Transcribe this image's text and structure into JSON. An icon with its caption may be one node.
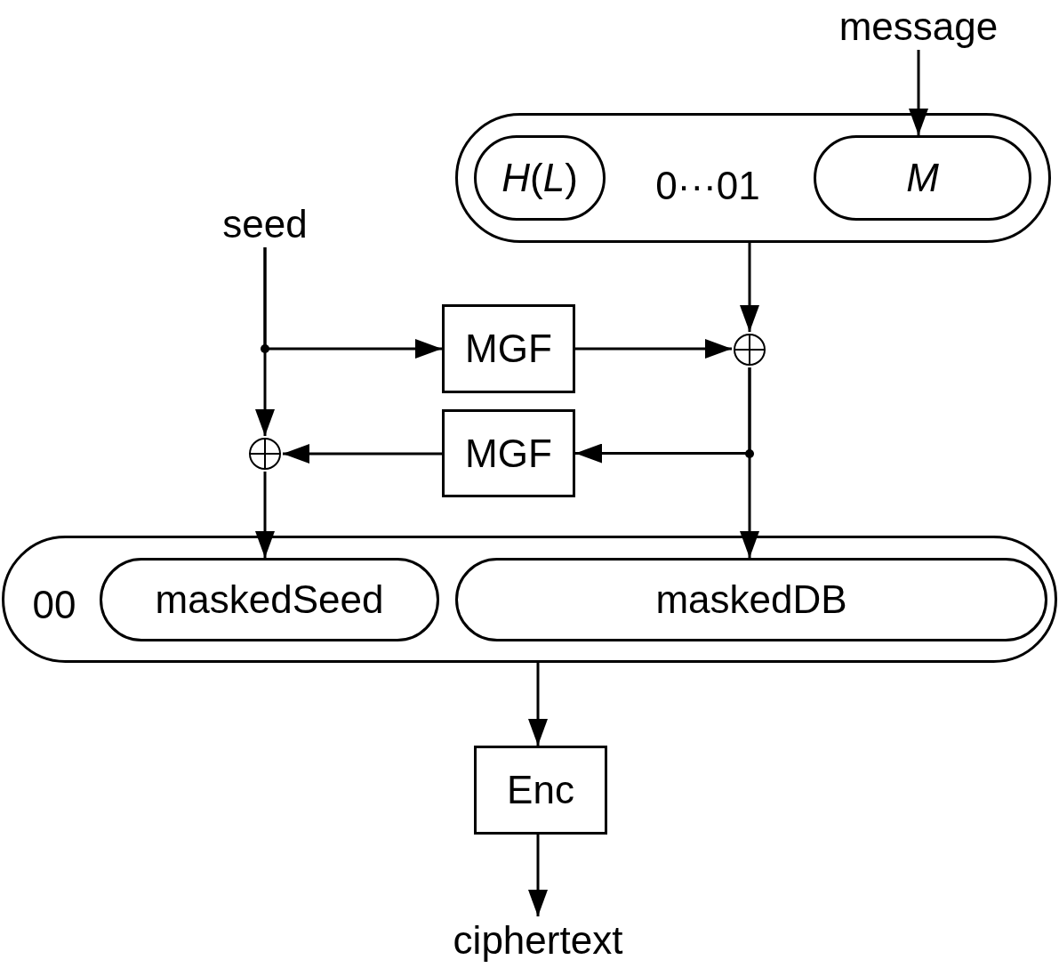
{
  "diagram": {
    "nodes": [
      {
        "text": [
          "message"
        ]
      },
      {
        "text": [
          "0···01"
        ]
      },
      {
        "text": [
          "*H*(*L*)"
        ],
        "in": 1
      },
      {
        "text": [
          "M"
        ],
        "in": 1
      },
      {
        "text": [
          "seed"
        ]
      },
      {
        "text": [
          "MGF"
        ]
      },
      {
        "text": [],
        "shape": "circle"
      },
      {
        "text": [
          "MGF"
        ]
      },
      {
        "text": [],
        "shape": "circle"
      },
      {
        "text": [
          "00"
        ]
      },
      {
        "text": [
          "maskedSeed"
        ],
        "in": 9
      },
      {
        "text": [
          "maskedDB"
        ],
        "in": 9
      },
      {
        "text": [
          "Enc"
        ]
      },
      {
        "text": [
          "ciphertext"
        ]
      }
    ],
    "edges": [
      {
        "from": 0,
        "to": 3,
        "arrow": "to"
      },
      {
        "from": 1,
        "to": 6,
        "arrow": "to"
      },
      {
        "from": 4,
        "to": 5,
        "arrow": "to"
      },
      {
        "from": 4,
        "to": 8,
        "arrow": "to"
      },
      {
        "from": 5,
        "to": 6,
        "arrow": "to"
      },
      {
        "from": 6,
        "to": 11,
        "arrow": "to"
      },
      {
        "from": 6,
        "to": 7,
        "arrow": "to"
      },
      {
        "from": 7,
        "to": 8,
        "arrow": "to"
      },
      {
        "from": 8,
        "to": 10,
        "arrow": "to"
      },
      {
        "from": 9,
        "to": 12,
        "arrow": "to"
      },
      {
        "from": 12,
        "to": 13,
        "arrow": "to"
      }
    ]
  }
}
